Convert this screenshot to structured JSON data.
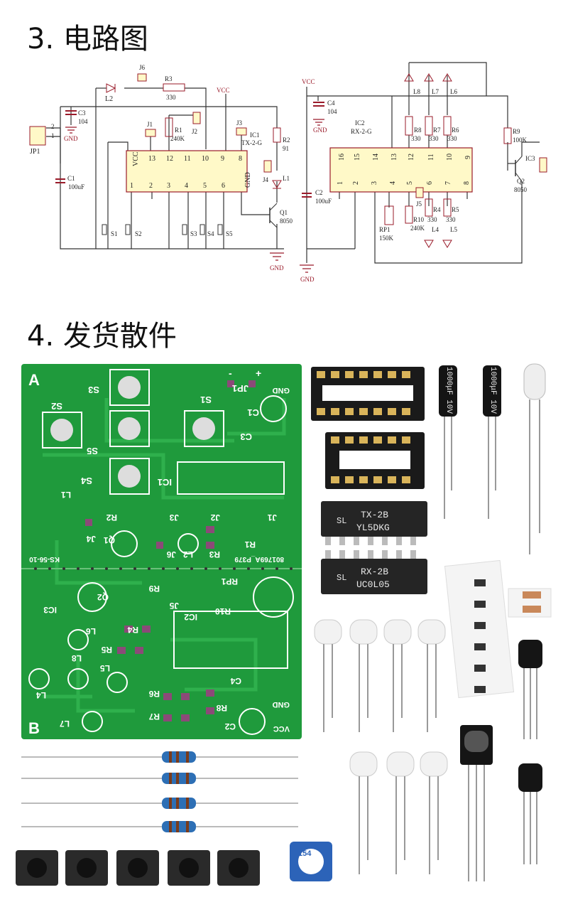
{
  "sections": {
    "circuit": {
      "number": "3.",
      "title": "电路图"
    },
    "parts": {
      "number": "4.",
      "title": "发货散件"
    }
  },
  "schematic_tx": {
    "vcc": "VCC",
    "gnd": "GND",
    "jp1": "JP1",
    "pin2": "2",
    "pin1": "1",
    "c3": "C3",
    "c3_val": "104",
    "c1": "C1",
    "c1_val": "100uF",
    "l2": "L2",
    "j6": "J6",
    "r3": "R3",
    "r3_val": "330",
    "j1": "J1",
    "r1": "R1",
    "r1_val": "240K",
    "j2": "J2",
    "j3": "J3",
    "ic1": "IC1",
    "ic1_type": "TX-2-G",
    "r2": "R2",
    "r2_val": "91",
    "j4": "J4",
    "l1": "L1",
    "q1": "Q1",
    "q1_val": "8050",
    "chip_pins_top": [
      "VCC",
      "13",
      "12",
      "11",
      "10",
      "9",
      "8"
    ],
    "chip_pins_bottom": [
      "1",
      "2",
      "3",
      "4",
      "5",
      "6",
      "GND"
    ],
    "switches": [
      "S1",
      "S2",
      "S3",
      "S4",
      "S5"
    ]
  },
  "schematic_rx": {
    "vcc": "VCC",
    "gnd": "GND",
    "c4": "C4",
    "c4_val": "104",
    "c2": "C2",
    "c2_val": "100uF",
    "ic2": "IC2",
    "ic2_type": "RX-2-G",
    "leds_top": [
      "L8",
      "L7",
      "L6"
    ],
    "r8": "R8",
    "r7": "R7",
    "r6": "R6",
    "r_val_330": "330",
    "r9": "R9",
    "r9_val": "100K",
    "ic3": "IC3",
    "q2": "Q2",
    "q2_val": "8050",
    "j5": "J5",
    "rp1": "RP1",
    "rp1_val": "150K",
    "r10": "R10",
    "r10_val": "240K",
    "r4": "R4",
    "r5": "R5",
    "l4": "L4",
    "l5": "L5",
    "chip_pins_top": [
      "16",
      "15",
      "14",
      "13",
      "12",
      "11",
      "10",
      "9"
    ],
    "chip_pins_bottom": [
      "1",
      "2",
      "3",
      "4",
      "5",
      "6",
      "7",
      "8"
    ]
  },
  "pcb": {
    "corner_a": "A",
    "corner_b": "B",
    "board_id": "KS-56-10",
    "board_code": "801769A_P379",
    "labels": [
      "S3",
      "S2",
      "S1",
      "S5",
      "S4",
      "IC1",
      "C1",
      "C3",
      "JP1",
      "GND",
      "L1",
      "R2",
      "J3",
      "J2",
      "J1",
      "Q1",
      "J4",
      "L2",
      "R3",
      "R1",
      "J6",
      "RP1",
      "R9",
      "Q2",
      "J5",
      "IC2",
      "R10",
      "IC3",
      "R4",
      "L6",
      "R5",
      "L8",
      "L5",
      "L4",
      "R6",
      "C4",
      "R8",
      "R7",
      "L7",
      "C2",
      "GND",
      "VCC"
    ],
    "polarity_minus": "-",
    "polarity_plus": "+"
  },
  "parts_photo": {
    "cap_marking": "1000μF 10V",
    "tx_chip_line1": "TX-2B",
    "tx_chip_line2": "YL5DKG",
    "rx_chip_line1": "RX-2B",
    "rx_chip_line2": "UC0L05",
    "chip_brand": "SL",
    "pot_marking": "154"
  },
  "colors": {
    "pcb_green": "#1f9a3c",
    "pcb_trace": "#2fb04d",
    "schematic_red": "#9a1b2a",
    "schematic_line": "#333333",
    "pad_purple": "#8b4a78"
  }
}
